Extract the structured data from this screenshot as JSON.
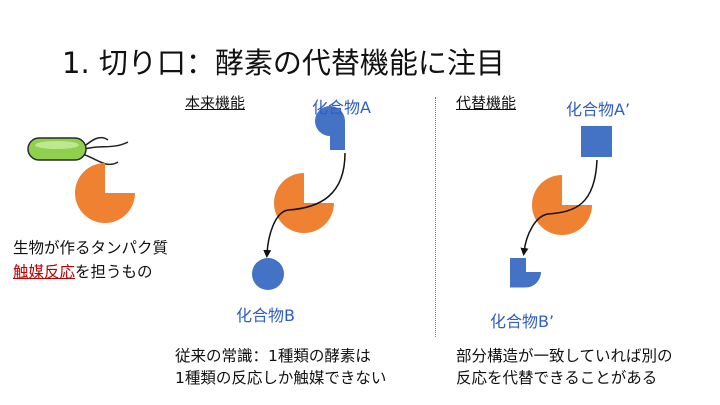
{
  "title": "1. 切り口：酵素の代替機能に注目",
  "enzyme_description": {
    "line1": "生物が作るタンパク質",
    "line2_highlight": "触媒反応",
    "line2_rest": "を担うもの"
  },
  "original_function": {
    "heading": "本来機能",
    "compound_a": "化合物A",
    "compound_b": "化合物B",
    "note_line1": "従来の常識：1種類の酵素は",
    "note_line2": "1種類の反応しか触媒できない"
  },
  "alternative_function": {
    "heading": "代替機能",
    "compound_a": "化合物A’",
    "compound_b": "化合物B’",
    "note_line1": "部分構造が一致していれば別の",
    "note_line2": "反応を代替できることがある"
  },
  "colors": {
    "enzyme": "#ee8232",
    "compound": "#4472c4",
    "label": "#2f5ec4",
    "highlight": "#c00000",
    "bacterium": "#8fd14f"
  },
  "icons": [
    "bacterium-icon",
    "enzyme-pacman-icon",
    "circle-compound-icon",
    "square-compound-icon",
    "arrow-icon"
  ]
}
